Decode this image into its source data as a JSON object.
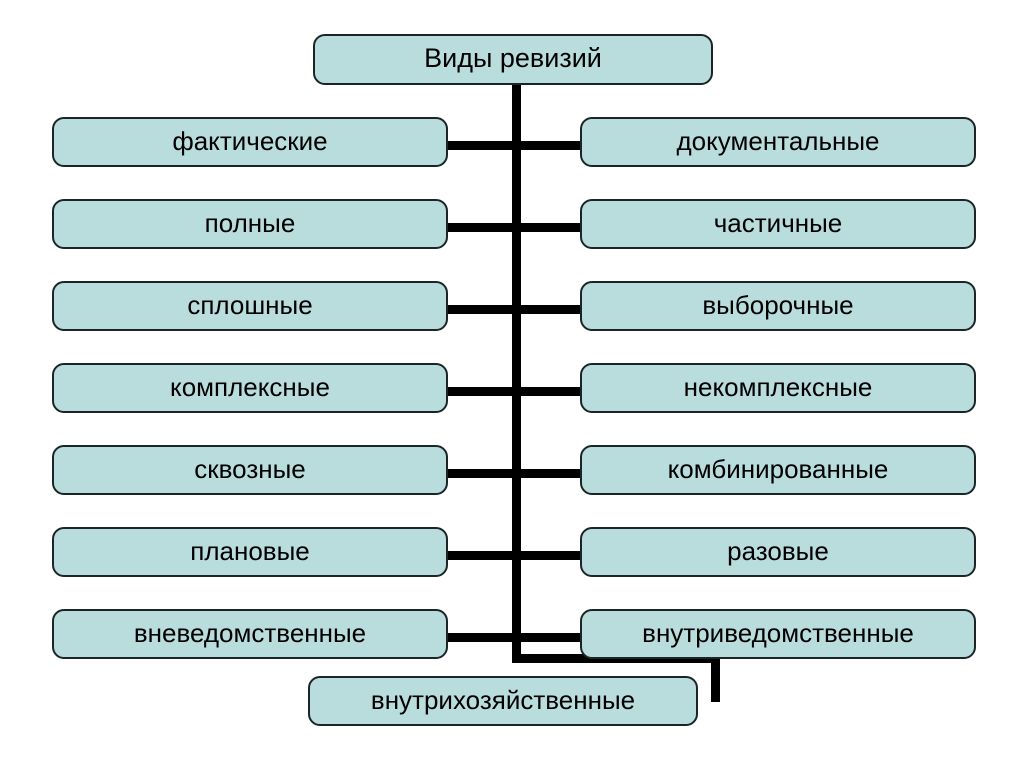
{
  "diagram": {
    "type": "tree-classification",
    "language": "ru",
    "title_node": {
      "label": "Виды ревизий",
      "name": "root-node"
    },
    "colors": {
      "node_fill": "#b9dcdd",
      "node_border": "#1b2426",
      "connector": "#000000",
      "text": "#000000",
      "background": "#ffffff"
    },
    "rows": [
      {
        "left": "фактические",
        "right": "документальные"
      },
      {
        "left": "полные",
        "right": "частичные"
      },
      {
        "left": "сплошные",
        "right": "выборочные"
      },
      {
        "left": "комплексные",
        "right": "некомплексные"
      },
      {
        "left": "сквозные",
        "right": "комбинированные"
      },
      {
        "left": "плановые",
        "right": "разовые"
      },
      {
        "left": "вневедомственные",
        "right": "внутриведомственные"
      }
    ],
    "bottom_node": {
      "label": "внутрихозяйственные",
      "name": "bottom-node"
    }
  }
}
